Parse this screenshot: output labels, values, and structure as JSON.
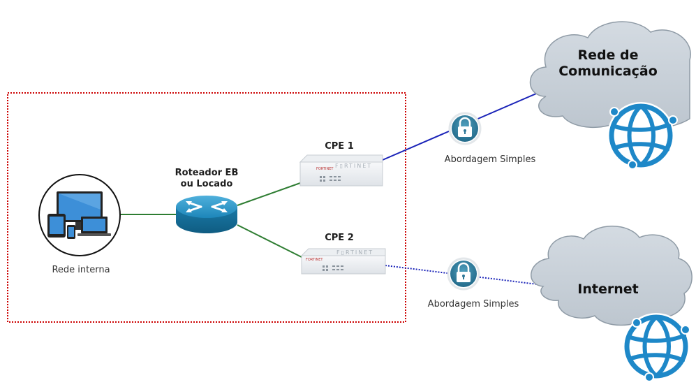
{
  "labels": {
    "internal_network": "Rede interna",
    "router_line1": "Roteador EB",
    "router_line2": "ou Locado",
    "cpe1": "CPE 1",
    "cpe2": "CPE 2",
    "approach_top": "Abordagem Simples",
    "approach_bottom": "Abordagem Simples",
    "cloud_top_line1": "Rede de",
    "cloud_top_line2": "Comunicação",
    "cloud_bottom": "Internet"
  },
  "icons": {
    "endpoint": "devices-icon",
    "router": "router-icon",
    "firewall": "firewall-appliance-icon",
    "lock": "lock-icon",
    "globe": "globe-network-icon",
    "cloud": "cloud-icon"
  },
  "colors": {
    "boundary": "#cc0000",
    "link_green": "#2e7d32",
    "link_blue": "#1a23b8",
    "router_blue": "#1b7fb0",
    "cloud_fill": "#c9d2da",
    "lock_blue": "#2e7797",
    "globe_blue": "#1e88c8"
  }
}
